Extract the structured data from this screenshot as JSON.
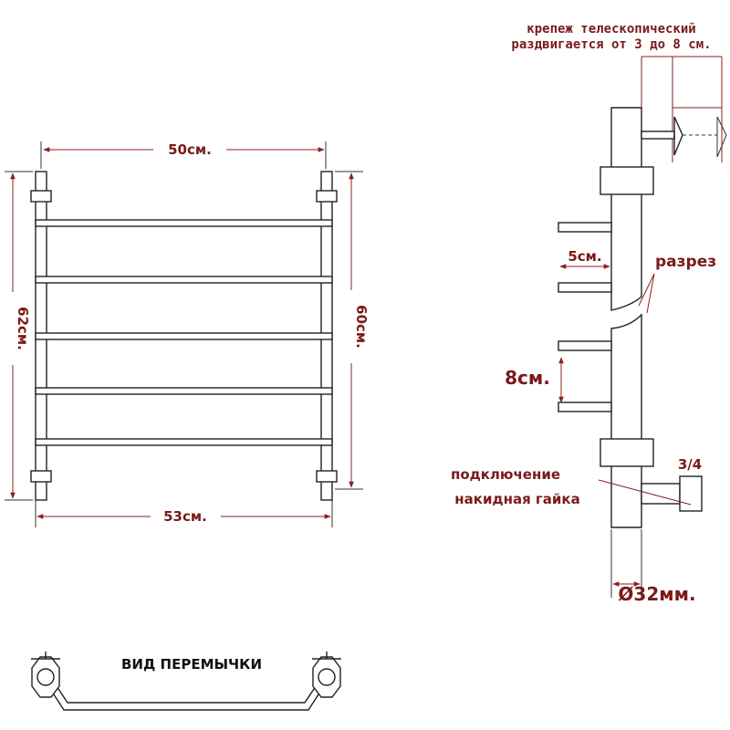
{
  "colors": {
    "ink": "#222222",
    "dimension": "#7a1a1a",
    "background": "#ffffff"
  },
  "front_view": {
    "width_top": "50см.",
    "width_bottom": "53см.",
    "height_left": "62см.",
    "height_right": "60см."
  },
  "side_view": {
    "mount_note_line1": "крепеж телескопический",
    "mount_note_line2": "раздвигается от 3 до 8 см.",
    "rung_depth": "5см.",
    "cut_label": "разрез",
    "rung_spacing": "8см.",
    "thread_size": "3/4",
    "connection_line1": "подключение",
    "connection_line2": "накидная гайка",
    "pipe_diameter": "Ø32мм."
  },
  "jumper_view": {
    "title": "ВИД ПЕРЕМЫЧКИ"
  }
}
